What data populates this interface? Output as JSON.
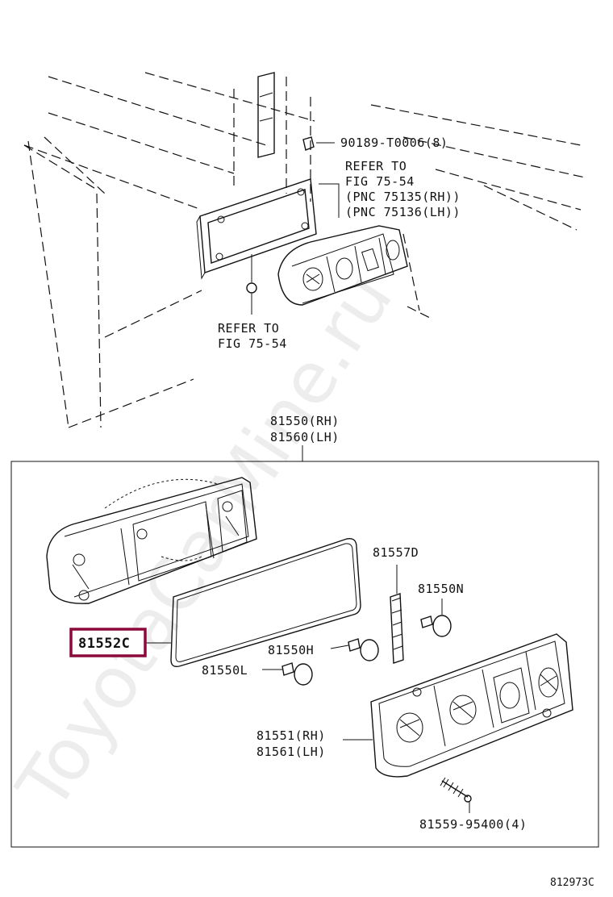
{
  "labels": {
    "bolt_part": "90189-T0006(8)",
    "refer_upper_1": "REFER TO",
    "refer_upper_2": "FIG 75-54",
    "refer_upper_3": "(PNC 75135(RH))",
    "refer_upper_4": "(PNC 75136(LH))",
    "refer_lower_1": "REFER TO",
    "refer_lower_2": "FIG 75-54",
    "assembly_rh": "81550(RH)",
    "assembly_lh": "81560(LH)",
    "reflector": "81557D",
    "bulb_n": "81550N",
    "gasket": "81552C",
    "bulb_h": "81550H",
    "bulb_l": "81550L",
    "lens_rh": "81551(RH)",
    "lens_lh": "81561(LH)",
    "screw": "81559-95400(4)",
    "figure_code": "812973C"
  },
  "watermark": "ToyotaCarMine.ru",
  "colors": {
    "highlight": "#8b0a3a",
    "line": "#111111"
  }
}
